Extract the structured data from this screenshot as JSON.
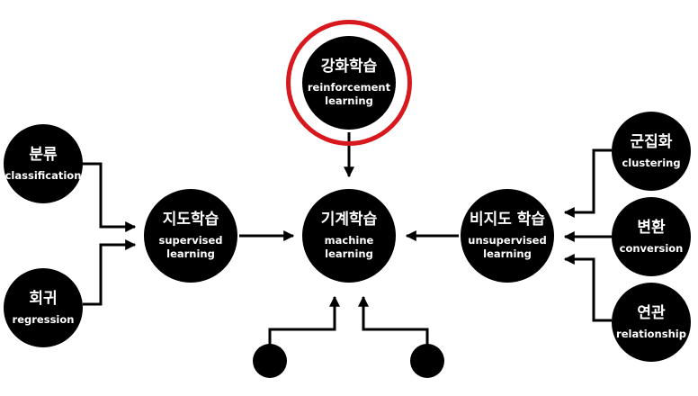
{
  "colors": {
    "node": "#000000",
    "text": "#ffffff",
    "highlight": "#d7191e",
    "line": "#000000"
  },
  "center": {
    "ko": "기계학습",
    "en": "machine\nlearning"
  },
  "reinforcement": {
    "ko": "강화학습",
    "en": "reinforcement\nlearning"
  },
  "supervised": {
    "ko": "지도학습",
    "en": "supervised\nlearning"
  },
  "unsupervised": {
    "ko": "비지도 학습",
    "en": "unsupervised\nlearning"
  },
  "classification": {
    "ko": "분류",
    "en": "classification"
  },
  "regression": {
    "ko": "회귀",
    "en": "regression"
  },
  "clustering": {
    "ko": "군집화",
    "en": "clustering"
  },
  "conversion": {
    "ko": "변환",
    "en": "conversion"
  },
  "relationship": {
    "ko": "연관",
    "en": "relationship"
  }
}
